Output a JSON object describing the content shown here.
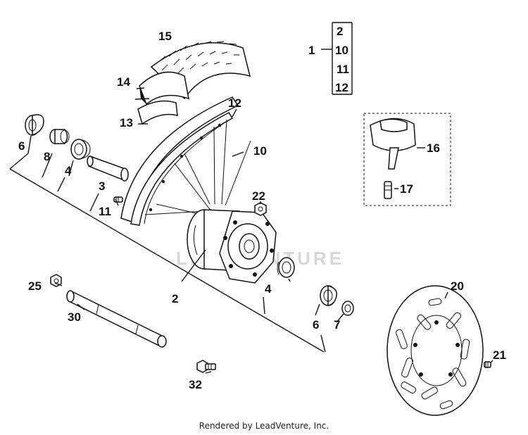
{
  "footer": "Rendered by LeadVenture, Inc.",
  "watermark": "LEADVENTURE",
  "callouts": {
    "c1": "1",
    "c2_group": "2",
    "c10_group": "10",
    "c11_group": "11",
    "c12_group": "12",
    "c2": "2",
    "c3": "3",
    "c4a": "4",
    "c4b": "4",
    "c6a": "6",
    "c6b": "6",
    "c7": "7",
    "c8": "8",
    "c10": "10",
    "c11": "11",
    "c12": "12",
    "c13": "13",
    "c14": "14",
    "c15": "15",
    "c16": "16",
    "c17": "17",
    "c20": "20",
    "c21": "21",
    "c22": "22",
    "c25": "25",
    "c30": "30",
    "c32": "32"
  }
}
